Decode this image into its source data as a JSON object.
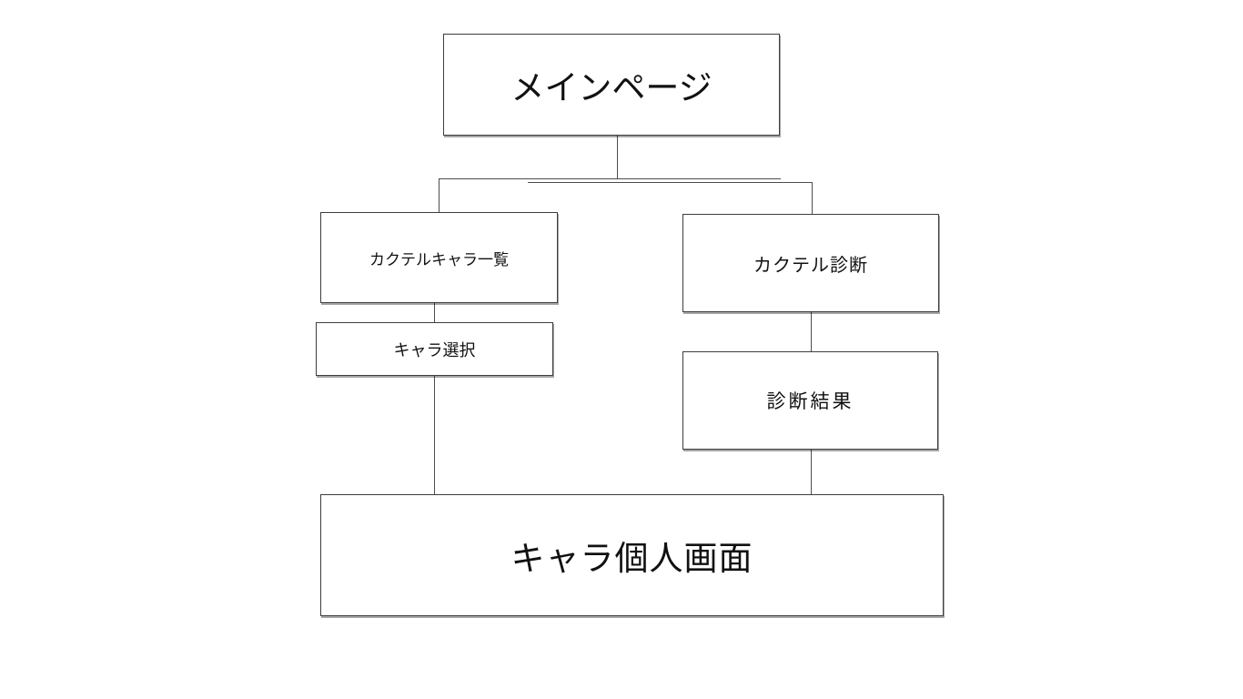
{
  "diagram": {
    "nodes": [
      {
        "id": "main-page",
        "label": "メインページ"
      },
      {
        "id": "cocktail-chara-list",
        "label": "カクテルキャラ一覧"
      },
      {
        "id": "chara-select",
        "label": "キャラ選択"
      },
      {
        "id": "cocktail-diagnosis",
        "label": "カクテル診断"
      },
      {
        "id": "diagnosis-result",
        "label": "診断結果"
      },
      {
        "id": "chara-personal-screen",
        "label": "キャラ個人画面"
      }
    ],
    "edges": [
      {
        "from": "main-page",
        "to": "cocktail-chara-list"
      },
      {
        "from": "main-page",
        "to": "cocktail-diagnosis"
      },
      {
        "from": "cocktail-chara-list",
        "to": "chara-select"
      },
      {
        "from": "chara-select",
        "to": "chara-personal-screen"
      },
      {
        "from": "cocktail-diagnosis",
        "to": "diagnosis-result"
      },
      {
        "from": "diagnosis-result",
        "to": "chara-personal-screen"
      }
    ],
    "colors": {
      "canvas_background": "#ffffff",
      "node_fill": "#ffffff",
      "node_border": "#3d3d3d",
      "connector_line": "#4d4d4d",
      "text": "#111111"
    }
  }
}
